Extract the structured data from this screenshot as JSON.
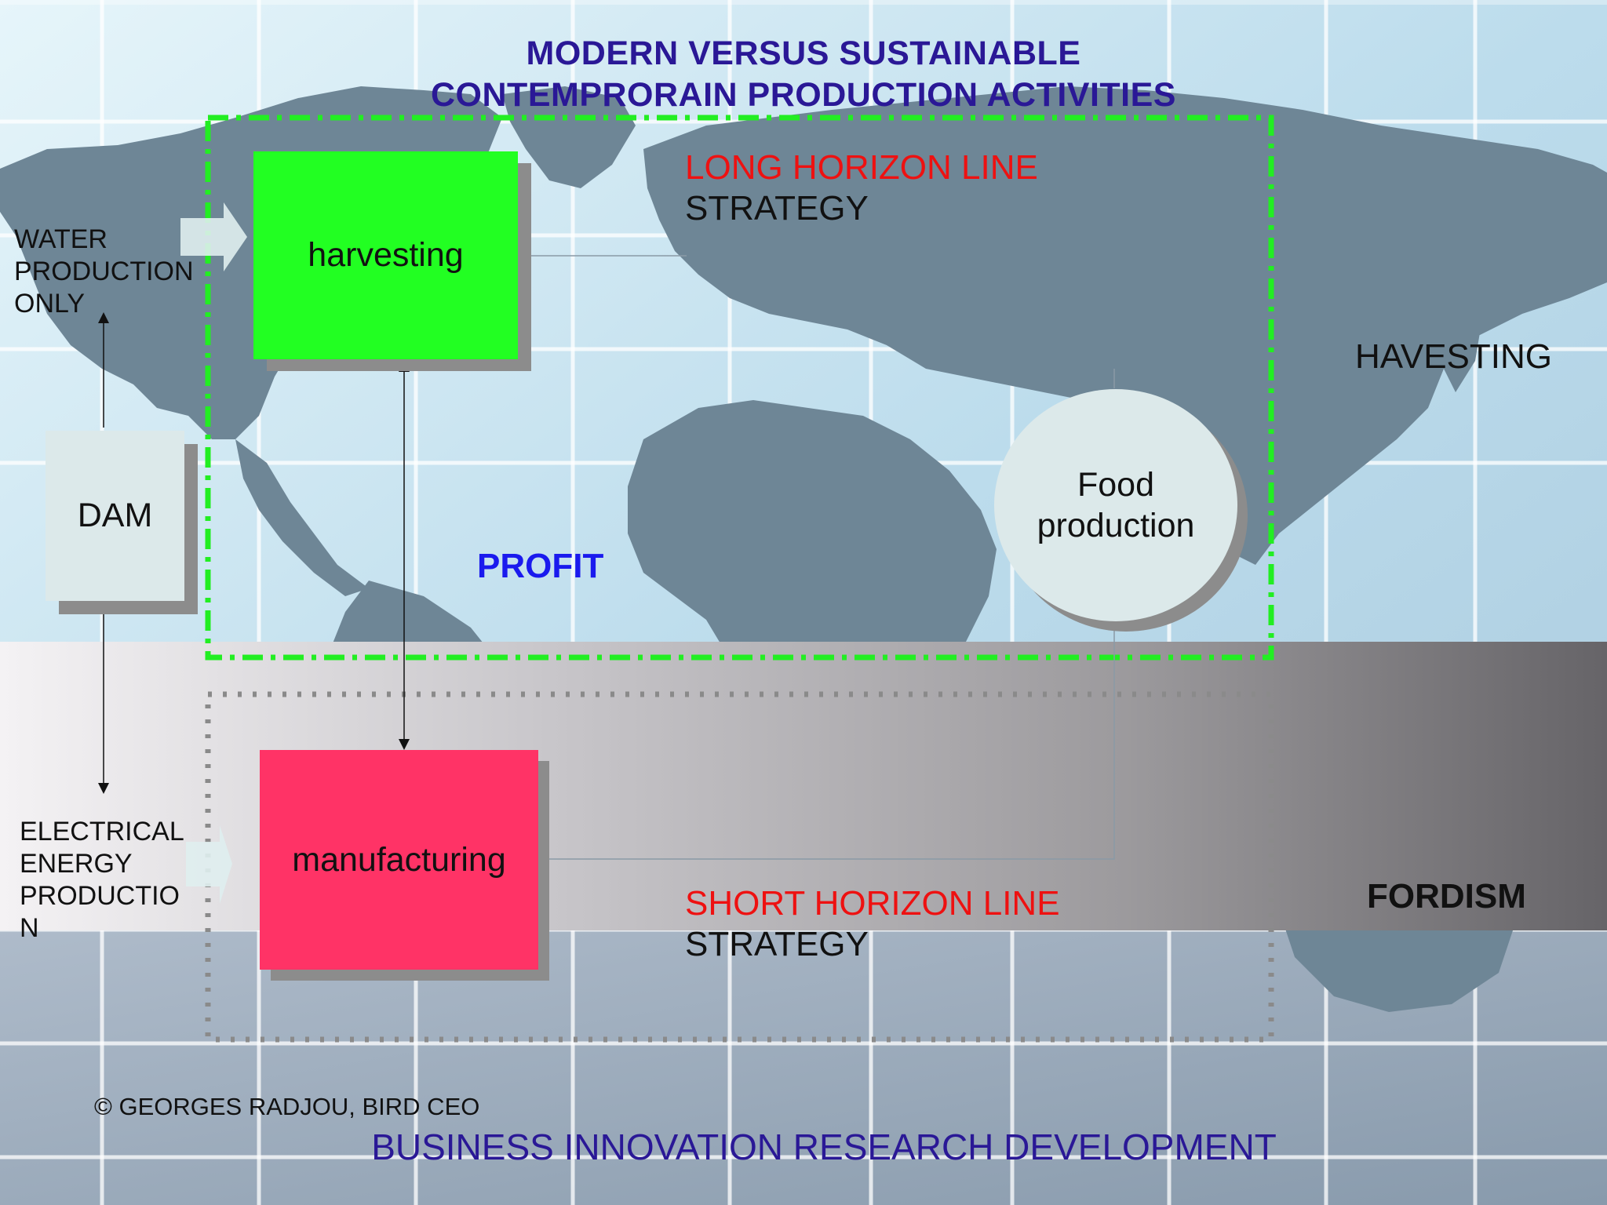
{
  "title": {
    "line1": "MODERN VERSUS SUSTAINABLE",
    "line2": "CONTEMPRORAIN PRODUCTION ACTIVITIES"
  },
  "nodes": {
    "harvesting": "harvesting",
    "manufacturing": "manufacturing",
    "dam": "DAM",
    "food_line1": "Food",
    "food_line2": "production"
  },
  "labels": {
    "water": [
      "WATER",
      "PRODUCTION",
      "ONLY"
    ],
    "electrical": [
      "ELECTRICAL",
      "ENERGY",
      "PRODUCTIO",
      "N"
    ],
    "long_horizon": "LONG HORIZON LINE",
    "long_strategy": "STRATEGY",
    "short_horizon": "SHORT HORIZON LINE",
    "short_strategy": "STRATEGY",
    "profit": "PROFIT",
    "havesting": "HAVESTING",
    "fordism": "FORDISM"
  },
  "footer": {
    "copyright": "© GEORGES RADJOU, BIRD CEO",
    "org": "BUSINESS INNOVATION RESEARCH DEVELOPMENT"
  },
  "colors": {
    "harvesting_fill": "#22ff22",
    "manufacturing_fill": "#ff3366",
    "node_pale_fill": "#dce9ea",
    "title_color": "#2a1896",
    "profit_color": "#1a1aee",
    "horizon_red": "#ee1111",
    "green_dash": "#22ee22",
    "gray_dots": "#8a8a8a"
  }
}
